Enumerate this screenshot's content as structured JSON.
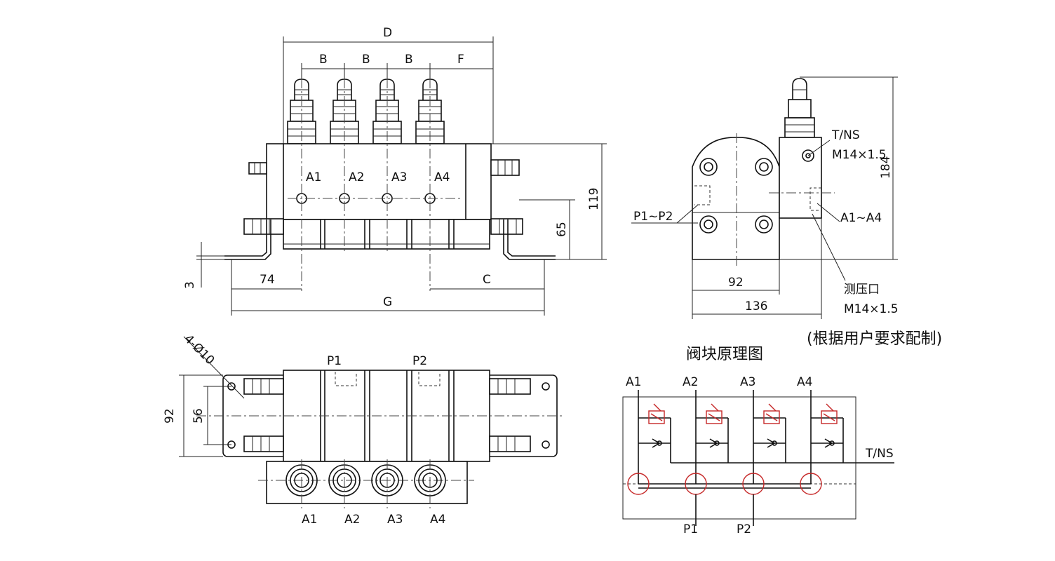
{
  "front_view": {
    "top_dims": {
      "D": "D",
      "B1": "B",
      "B2": "B",
      "B3": "B",
      "F": "F"
    },
    "ports": [
      "A1",
      "A2",
      "A3",
      "A4"
    ],
    "dims": {
      "h119": "119",
      "h65": "65",
      "t3": "3",
      "w74": "74",
      "C": "C",
      "G": "G"
    }
  },
  "side_view": {
    "tns": "T/NS",
    "thread": "M14×1.5",
    "h184": "184",
    "p_label": "P1~P2",
    "a_label": "A1~A4",
    "w92": "92",
    "w136": "136",
    "gauge_port": "测压口",
    "gauge_thread": "M14×1.5",
    "note": "(根据用户要求配制)"
  },
  "top_view": {
    "holes": "4-Ø10",
    "p1": "P1",
    "p2": "P2",
    "d92": "92",
    "d56": "56",
    "ports": [
      "A1",
      "A2",
      "A3",
      "A4"
    ]
  },
  "schematic": {
    "title": "阀块原理图",
    "ports": [
      "A1",
      "A2",
      "A3",
      "A4"
    ],
    "tns": "T/NS",
    "p1": "P1",
    "p2": "P2"
  },
  "colors": {
    "line": "#111111",
    "accent": "#c62828"
  }
}
